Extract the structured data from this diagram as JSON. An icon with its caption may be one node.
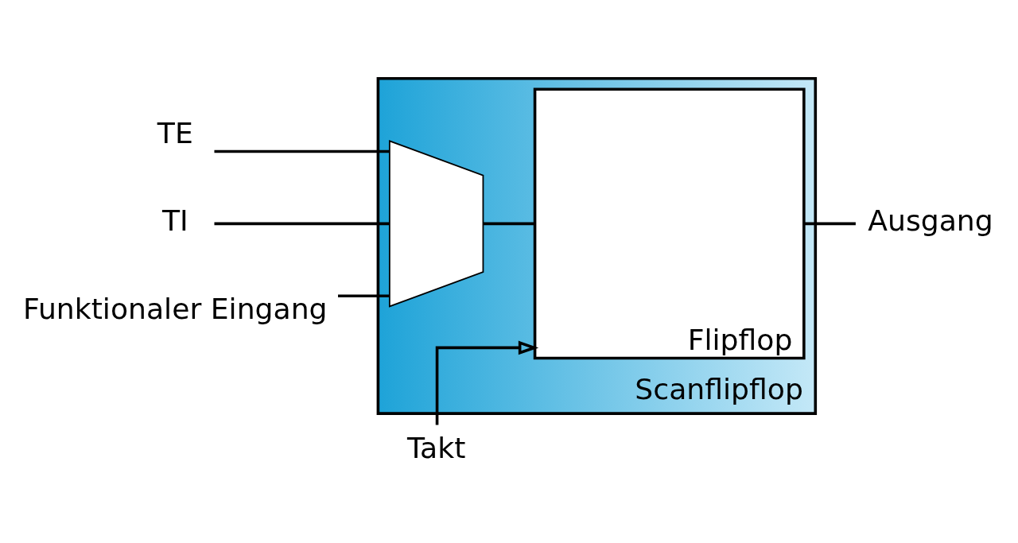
{
  "diagram": {
    "nodes": [
      {
        "text": [
          "Scanflipflop"
        ]
      },
      {
        "text": [],
        "shape": "trapezoid",
        "in": 0
      },
      {
        "text": [
          "Flipflop"
        ],
        "in": 0
      },
      {
        "text": [
          "TE"
        ]
      },
      {
        "text": [
          "TI"
        ]
      },
      {
        "text": [
          "Funktionaler Eingang"
        ]
      },
      {
        "text": [
          "Takt"
        ]
      },
      {
        "text": [
          "Ausgang"
        ]
      }
    ],
    "edges": [
      {
        "from": 3,
        "to": 1,
        "arrow": "none"
      },
      {
        "from": 4,
        "to": 1,
        "arrow": "none"
      },
      {
        "from": 5,
        "to": 1,
        "arrow": "none"
      },
      {
        "from": 1,
        "to": 2,
        "arrow": "none"
      },
      {
        "from": 6,
        "to": 2,
        "arrow": "to"
      },
      {
        "from": 2,
        "to": 7,
        "arrow": "none"
      }
    ]
  }
}
